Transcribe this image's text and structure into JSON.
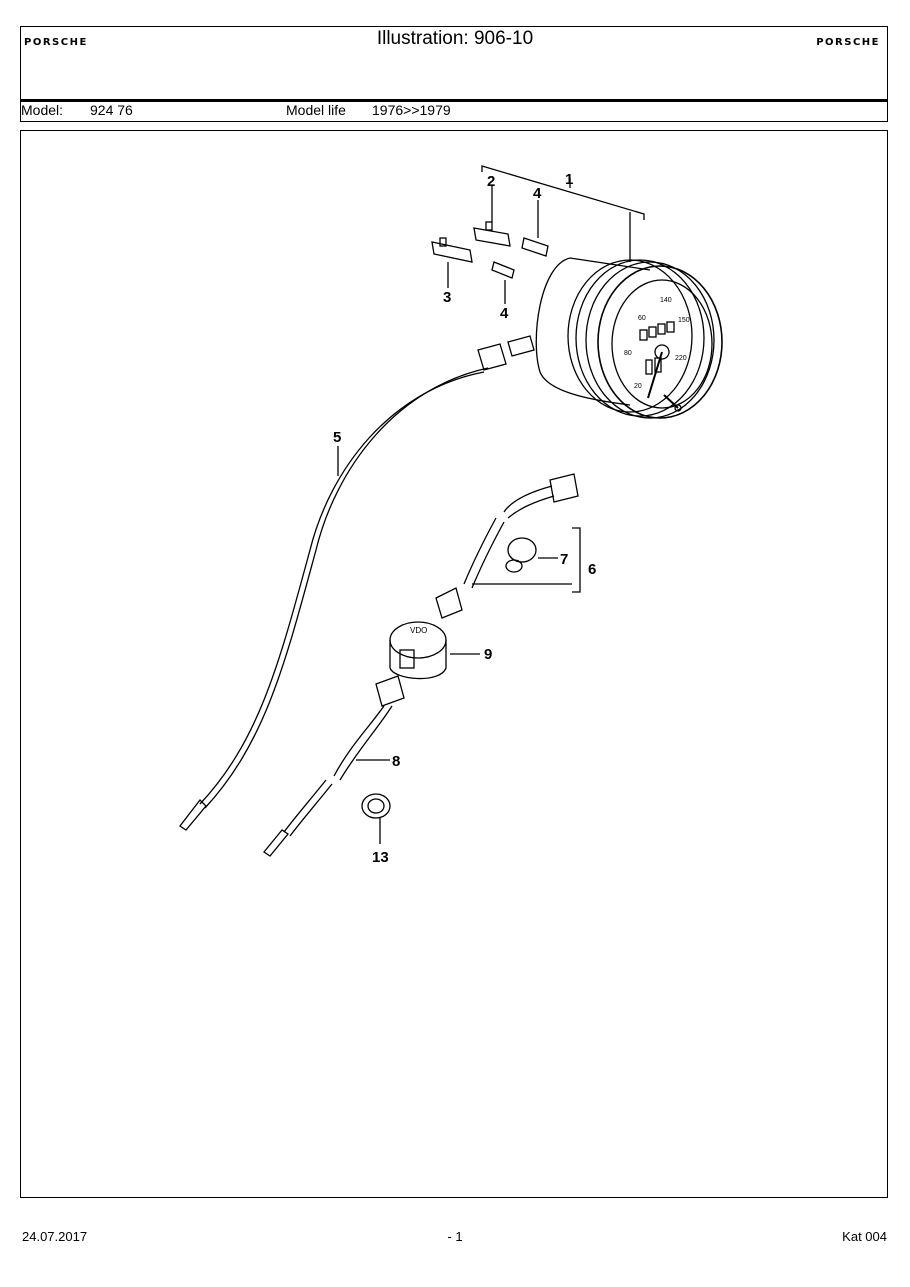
{
  "header": {
    "logo_left": "PORSCHE",
    "logo_right": "PORSCHE",
    "title": "Illustration: 906-10",
    "model_label": "Model:",
    "model_value": "924 76",
    "model_life_label": "Model life",
    "model_life_value": "1976>>1979"
  },
  "figure": {
    "callouts": [
      "1",
      "2",
      "4",
      "3",
      "4",
      "5",
      "7",
      "6",
      "9",
      "8",
      "13"
    ],
    "dial_numbers": [
      "60",
      "140",
      "150",
      "80",
      "220",
      "20"
    ],
    "brand_mark": "VDO"
  },
  "footer": {
    "date": "24.07.2017",
    "page": "- 1",
    "catalog": "Kat 004"
  }
}
